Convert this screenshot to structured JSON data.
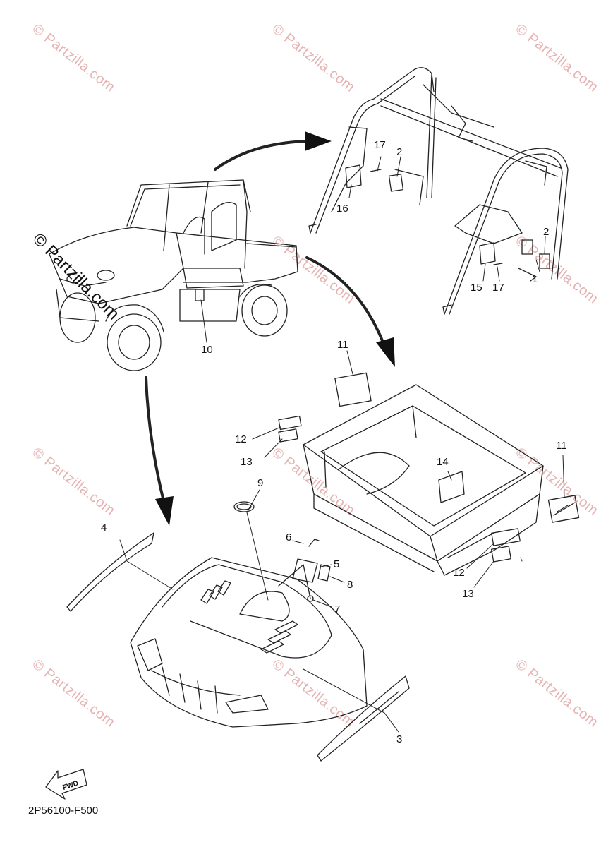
{
  "watermark": {
    "text": "© Partzilla.com",
    "center_text": "© Partzilla.com"
  },
  "diagram_code": "2P56100-F500",
  "fwd_label": "FWD",
  "callouts": {
    "c1": "1",
    "c2a": "2",
    "c2b": "2",
    "c3": "3",
    "c4": "4",
    "c5": "5",
    "c6": "6",
    "c7": "7",
    "c8": "8",
    "c9": "9",
    "c10": "10",
    "c11a": "11",
    "c11b": "11",
    "c12a": "12",
    "c12b": "12",
    "c13a": "13",
    "c13b": "13",
    "c14": "14",
    "c15": "15",
    "c16": "16",
    "c17a": "17",
    "c17b": "17"
  }
}
